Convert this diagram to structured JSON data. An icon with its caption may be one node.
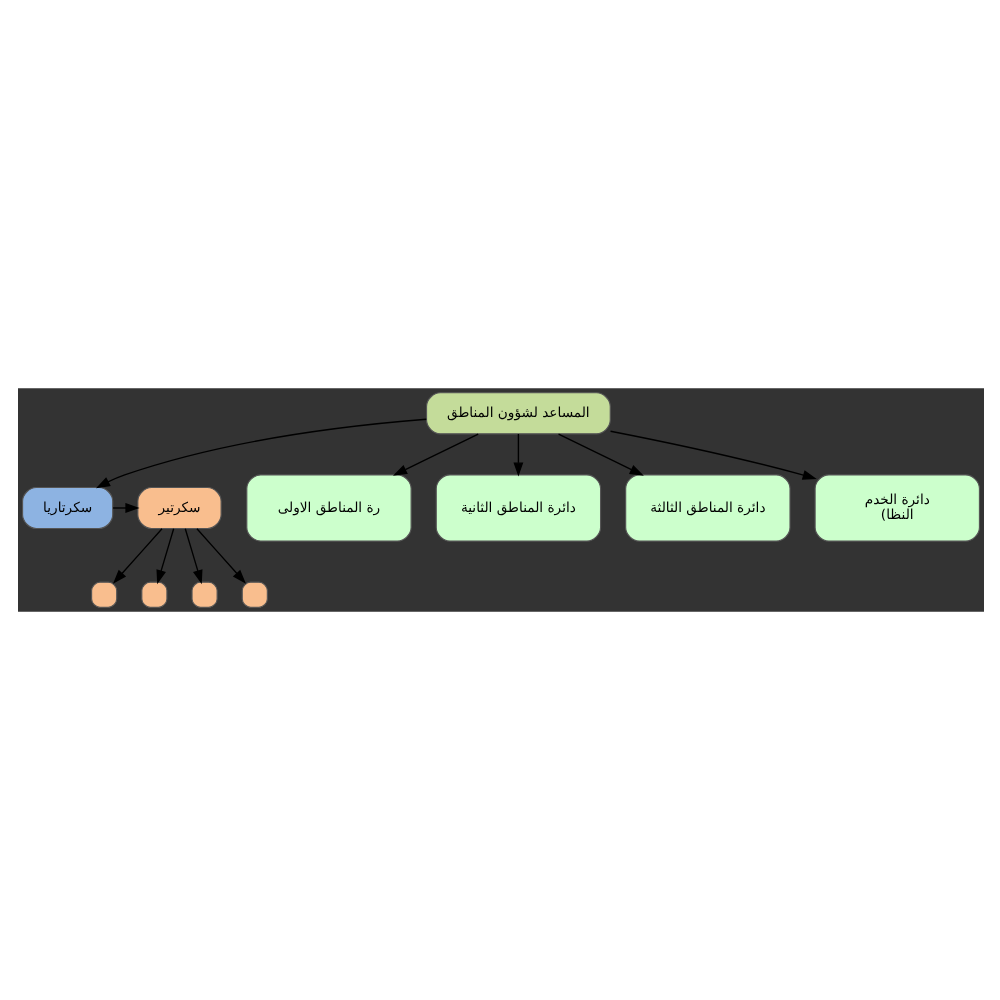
{
  "diagram": {
    "nodes": [
      {
        "text": [
          "المساعد لشؤون المناطق"
        ]
      },
      {
        "text": [
          "سكرتاريا"
        ]
      },
      {
        "text": [
          "سكرتير"
        ]
      },
      {
        "text": [],
        "shape": "box"
      },
      {
        "text": [],
        "shape": "box"
      },
      {
        "text": [],
        "shape": "box"
      },
      {
        "text": [],
        "shape": "box"
      },
      {
        "text": [
          "رة المناطق الاولى"
        ]
      },
      {
        "text": [
          "دائرة المناطق الثانية"
        ]
      },
      {
        "text": [
          "دائرة المناطق الثالثة"
        ]
      },
      {
        "text": [
          "دائرة الخدم",
          "(النظا"
        ]
      }
    ],
    "edges": [
      {
        "from": 0,
        "to": 1,
        "arrow": "to"
      },
      {
        "from": 1,
        "to": 2,
        "arrow": "to"
      },
      {
        "from": 2,
        "to": 3,
        "arrow": "to"
      },
      {
        "from": 2,
        "to": 4,
        "arrow": "to"
      },
      {
        "from": 2,
        "to": 5,
        "arrow": "to"
      },
      {
        "from": 2,
        "to": 6,
        "arrow": "to"
      },
      {
        "from": 0,
        "to": 7,
        "arrow": "to"
      },
      {
        "from": 0,
        "to": 8,
        "arrow": "to"
      },
      {
        "from": 0,
        "to": 9,
        "arrow": "to"
      },
      {
        "from": 0,
        "to": 10,
        "arrow": "to"
      }
    ]
  }
}
